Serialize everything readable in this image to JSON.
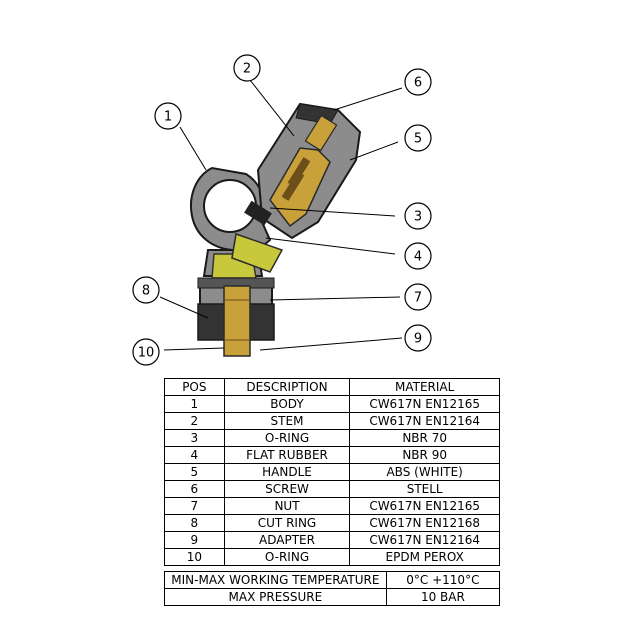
{
  "callouts": [
    {
      "num": "1"
    },
    {
      "num": "2"
    },
    {
      "num": "3"
    },
    {
      "num": "4"
    },
    {
      "num": "5"
    },
    {
      "num": "6"
    },
    {
      "num": "7"
    },
    {
      "num": "8"
    },
    {
      "num": "9"
    },
    {
      "num": "10"
    }
  ],
  "parts_table": {
    "headers": [
      "POS",
      "DESCRIPTION",
      "MATERIAL"
    ],
    "rows": [
      [
        "1",
        "BODY",
        "CW617N EN12165"
      ],
      [
        "2",
        "STEM",
        "CW617N EN12164"
      ],
      [
        "3",
        "O-RING",
        "NBR 70"
      ],
      [
        "4",
        "FLAT RUBBER",
        "NBR 90"
      ],
      [
        "5",
        "HANDLE",
        "ABS (WHITE)"
      ],
      [
        "6",
        "SCREW",
        "STELL"
      ],
      [
        "7",
        "NUT",
        "CW617N EN12165"
      ],
      [
        "8",
        "CUT RING",
        "CW617N EN12168"
      ],
      [
        "9",
        "ADAPTER",
        "CW617N EN12164"
      ],
      [
        "10",
        "O-RING",
        "EPDM PEROX"
      ]
    ]
  },
  "spec_table": {
    "rows": [
      [
        "MIN-MAX  WORKING TEMPERATURE",
        "0°C +110°C"
      ],
      [
        "MAX PRESSURE",
        "10 BAR"
      ]
    ]
  },
  "colors": {
    "body_grey": "#8c8c8c",
    "brass": "#c9a13a",
    "yellow_green": "#c8c83c",
    "dark": "#2a2a2a"
  }
}
